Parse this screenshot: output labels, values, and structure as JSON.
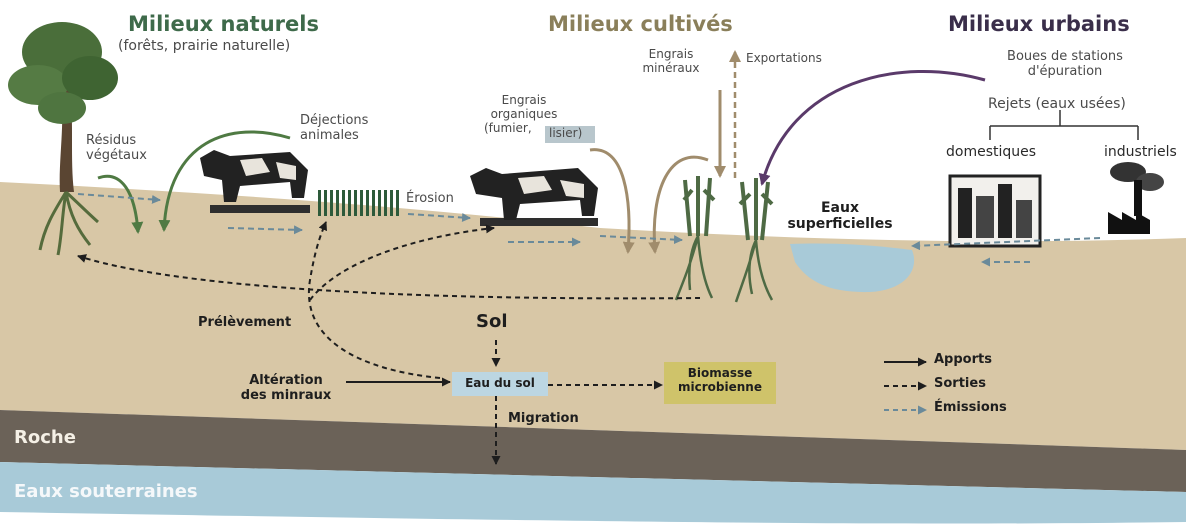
{
  "headers": {
    "naturels_title": "Milieux naturels",
    "naturels_sub": "(forêts, prairie naturelle)",
    "cultives_title": "Milieux cultivés",
    "urbains_title": "Milieux urbains"
  },
  "labels": {
    "residus": [
      "Résidus",
      "végétaux"
    ],
    "dejections": [
      "Déjections",
      "animales"
    ],
    "erosion": "Érosion",
    "engrais_organiques": [
      "Engrais",
      "organiques",
      "(fumier,"
    ],
    "lisier": "lisier)",
    "engrais_mineraux": [
      "Engrais",
      "minéraux"
    ],
    "exportations": "Exportations",
    "boues": [
      "Boues de stations",
      "d'épuration"
    ],
    "rejets": "Rejets (eaux usées)",
    "domestiques": "domestiques",
    "industriels": "industriels",
    "eaux_superficielles": [
      "Eaux",
      "superficielles"
    ],
    "sol": "Sol",
    "prelevement": "Prélèvement",
    "alteration": [
      "Altération",
      "des minraux"
    ],
    "eau_du_sol": "Eau du sol",
    "biomasse": [
      "Biomasse",
      "microbienne"
    ],
    "migration": "Migration",
    "roche": "Roche",
    "eaux_souterraines": "Eaux souterraines"
  },
  "legend": {
    "apports": "Apports",
    "sorties": "Sorties",
    "emissions": "Émissions"
  },
  "colors": {
    "naturels": "#3e6a4a",
    "cultives": "#8a7f5a",
    "urbains": "#3a2e4a",
    "soil": "#d8c7a6",
    "rock": "#6b6258",
    "groundwater": "#a8cad8",
    "emission_arrow": "#6a8a9a",
    "green_arrow": "#4f7a43",
    "tan_arrow": "#a08c6c",
    "purple_arrow": "#5a3a6a"
  }
}
